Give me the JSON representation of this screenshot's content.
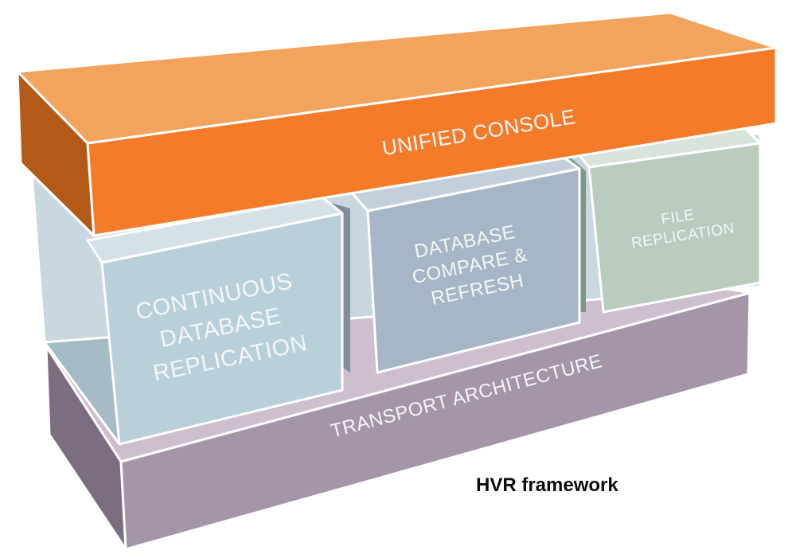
{
  "title": "HVR framework",
  "layers": {
    "top": "UNIFIED CONSOLE",
    "bottom": "TRANSPORT ARCHITECTURE"
  },
  "modules": {
    "continuous_replication": [
      "CONTINUOUS",
      "DATABASE",
      "REPLICATION"
    ],
    "compare_refresh": [
      "DATABASE",
      "COMPARE &",
      "REFRESH"
    ],
    "file_replication": [
      "FILE",
      "REPLICATION"
    ]
  },
  "colors": {
    "console": "#f47b2a",
    "transport": "#a495a8",
    "continuous": "#b9cfda",
    "compare": "#a6b6c6",
    "file": "#b9ccbd"
  }
}
